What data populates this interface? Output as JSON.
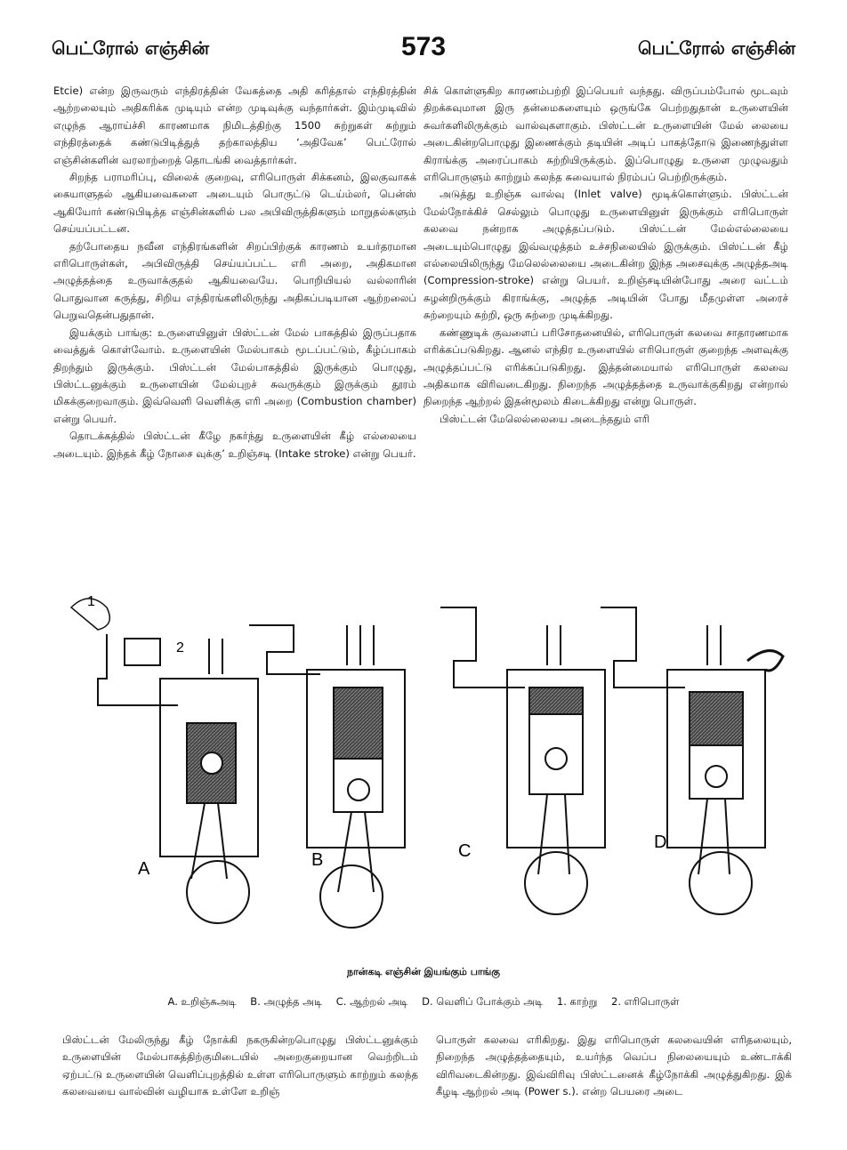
{
  "header": {
    "left": "பெட்ரோல் எஞ்சின்",
    "page": "573",
    "right": "பெட்ரோல் எஞ்சின்"
  },
  "left_col": [
    "Etcie) என்ற இருவரும் எந்திரத்தின் வேகத்தை அதி கரித்தால் எந்திரத்தின் ஆற்றலையும் அதிகரிக்க முடியும் என்ற முடிவுக்கு வந்தார்கள். இம்முடிவில் எழுந்த ஆராய்ச்சி காரணமாக நிமிடத்திற்கு 1500 சுற்றுகள் சுற்றும் எந்திரத்தைக் கண்டுபிடித்துத் தற்காலத்திய ‘அதிவேக’ பெட்ரோல் எஞ்சின்களின் வரலாற்றைத் தொடங்கி வைத்தார்கள்.",
    "சிறந்த பராமரிப்பு, விலைக் குறைவு, எரிபொருள் சிக்கனம், இலகுவாகக் கையாளுதல் ஆகியவைகளை அடையும் பொருட்டு டெய்ம்லர், பென்ஸ் ஆகியோர் கண்டுபிடித்த எஞ்சின்களில் பல அபிவிருத்திகளும் மாறுதல்களும் செய்யப்பட்டன.",
    "தற்போதைய நவீன எந்திரங்களின் சிறப்பிற்குக் காரணம் உயர்தரமான எரிபொருள்கள், அபிவிருத்தி செய்யப்பட்ட எரி அறை, அதிகமான அழுத்தத்தை உருவாக்குதல் ஆகியவையே. பொறியியல் வல்லாரின் பொதுவான கருத்து, சிறிய எந்திரங்களிலிருந்து அதிகப்படியான ஆற்றலைப் பெறுவதென்பதுதான்.",
    "இயக்கும் பாங்கு: உருளையினுள் பிஸ்ட்டன் மேல் பாகத்தில் இருப்பதாக வைத்துக் கொள்வோம். உருளையின் மேல்பாகம் மூடப்பட்டும், கீழ்ப்பாகம் திறந்தும் இருக்கும். பிஸ்ட்டன் மேல்பாகத்தில் இருக்கும் பொழுது, பிஸ்ட்டனுக்கும் உருளையின் மேல்புறச் சுவருக்கும் இருக்கும் தூரம் மிகக்குறைவாகும். இவ்வெளி வெளிக்கு எரி அறை (Combustion chamber) என்று பெயர்.",
    "தொடக்கத்தில் பிஸ்ட்டன் கீழே நகர்ந்து உருளையின் கீழ் எல்லையை அடையும். இந்தக் கீழ் நோசை வுக்கு’ உறிஞ்சடி (Intake stroke) என்று பெயர்."
  ],
  "right_col": [
    "சிக் கொள்ளுகிற காரணம்பற்றி இப்பெயர் வந்தது. விருப்பம்போல் மூடவும் திறக்கவுமான இரு தன்மைகளையும் ஒருங்கே பெற்றதுதான் உருளையின் சுவர்களிலிருக்கும் வால்வுகளாகும். பிஸ்ட்டன் உருளையின் மேல் லையை அடைகின்றபொழுது இணைக்கும் தடியின் அடிப் பாகத்தோடு இணைந்துள்ள கிராங்க்கு அரைப்பாகம் சுற்றியிருக்கும். இப்பொழுது உருளை முழுவதும் எரிபொருளும் காற்றும் கலந்த சுவையால் நிரம்பப் பெற்றிருக்கும்.",
    "அடுத்து உறிஞ்சு வால்வு (Inlet valve) மூடிக்கொள்ளும். பிஸ்ட்டன் மேல்நோக்கிச் செல்லும் பொழுது உருளையினுள் இருக்கும் எரிபொருள் கலவை நன்றாக அழுத்தப்படும். பிஸ்ட்டன் மேல்எல்லையை அடையும்பொழுது இவ்வழுத்தம் உச்சநிலையில் இருக்கும். பிஸ்ட்டன் கீழ் எல்லையிலிருந்து மேலெல்லையை அடைகின்ற இந்த அசைவுக்கு அழுத்தஅடி (Compression-stroke) என்று பெயர். உறிஞ்சடியின்போது அரை வட்டம் சுழன்றிருக்கும் கிராங்க்கு, அழுத்த அடியின் போது மீதமுள்ள அரைச் சுற்றையும் சுற்றி, ஒரு சுற்றை முடிக்கிறது.",
    "கண்ணுடிக் குவளைப் பரிசோதனையில், எரிபொருள் கலவை சாதாரணமாக எரிக்கப்படுகிறது. ஆனல் எந்திர உருளையில் எரிபொருள் குறைந்த அளவுக்கு அழுத்தப்பட்டு எரிக்கப்படுகிறது. இத்தன்மையால் எரிபொருள் கலவை அதிகமாக விரிவடைகிறது. நிறைந்த அழுத்தத்தை உருவாக்குகிறது என்றால் நிறைந்த ஆற்றல் இதன்மூலம் கிடைக்கிறது என்று பொருள்.",
    "பிஸ்ட்டன் மேலெல்லையை அடைந்ததும் எரி"
  ],
  "figure": {
    "labels": [
      "A",
      "B",
      "C",
      "D"
    ],
    "arrow_labels": [
      "1",
      "2"
    ],
    "caption": "நான்கடி எஞ்சின் இயங்கும் பாங்கு"
  },
  "legend": [
    "A. உறிஞ்சுஅடி",
    "B. அழுத்த அடி",
    "C. ஆற்றல் அடி",
    "D. வெளிப் போக்கும் அடி",
    "1. காற்று",
    "2. எரிபொருள்"
  ],
  "bottom_left": "பிஸ்ட்டன் மேலிருந்து கீழ் நோக்கி நகருகின்றபொழுது பிஸ்ட்டனுக்கும் உருளையின் மேல்பாகத்திற்குமிடையில் அறைகுறையான வெற்றிடம் ஏற்பட்டு உருளையின் வெளிப்புறத்தில் உள்ள எரிபொருளும் காற்றும் கலந்த கலவையை வால்வின் வழியாக உள்ளே உறிஞ்",
  "bottom_right": "பொருள் கலவை எரிகிறது. இது எரிபொருள் கலவையின் எரிதலையும், நிறைந்த அழுத்தத்தையும், உயர்ந்த வெப்ப நிலையையும் உண்டாக்கி விரிவடைகின்றது. இவ்விரிவு பிஸ்ட்டனைக் கீழ்நோக்கி அழுத்துகிறது. இக் கீழடி ஆற்றல் அடி (Power s.). என்ற பெயரை அடை"
}
